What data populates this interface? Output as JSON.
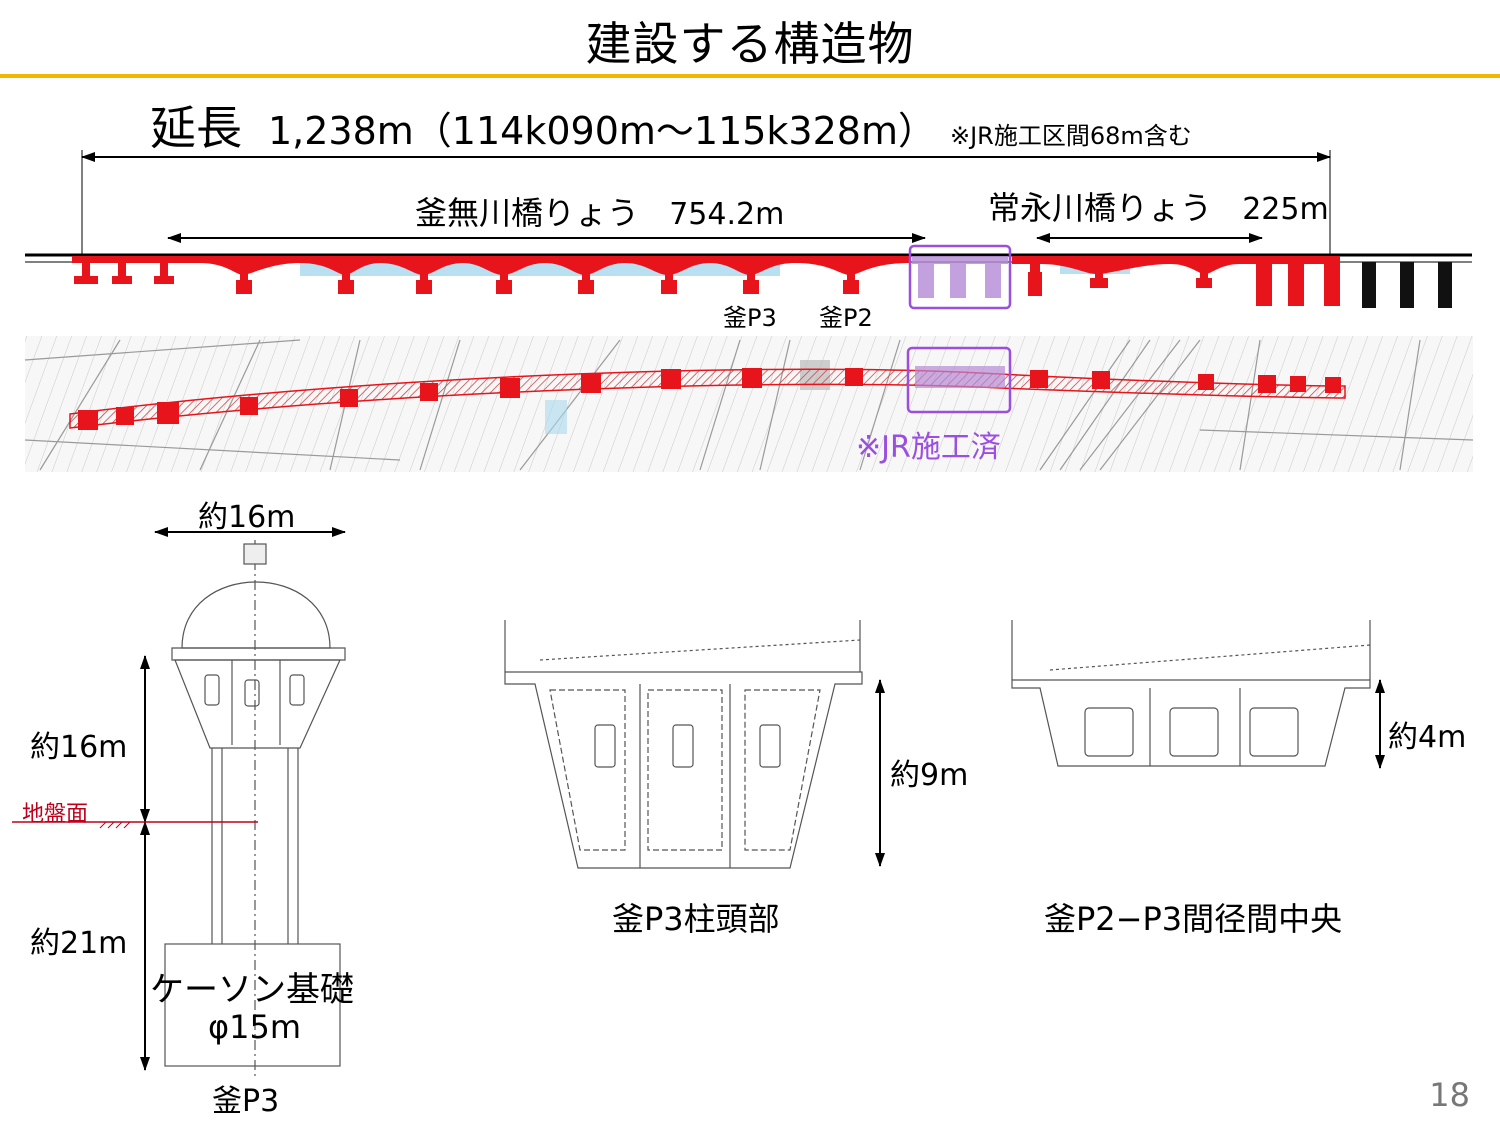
{
  "page_title": "建設する構造物",
  "total_length": {
    "label": "延長",
    "value": "1,238m（114k090m～115k328m）",
    "note": "※JR施工区間68m含む"
  },
  "bridges": [
    {
      "name": "釜無川橋りょう",
      "length": "754.2m"
    },
    {
      "name": "常永川橋りょう",
      "length": "225m"
    }
  ],
  "pier_labels": [
    "釜P3",
    "釜P2"
  ],
  "jr_section_label": "※JR施工済",
  "pier_section": {
    "width": "約16m",
    "height_above": "約16m",
    "ground_label": "地盤面",
    "depth_below": "約21m",
    "foundation_name": "ケーソン基礎",
    "foundation_diameter": "φ15m",
    "caption": "釜P3"
  },
  "girder_sections": [
    {
      "caption": "釜P3柱頭部",
      "height": "約9m"
    },
    {
      "caption": "釜P2−P3間径間中央",
      "height": "約4m"
    }
  ],
  "page_number": "18",
  "colors": {
    "accent_rule": "#f2b700",
    "structure": "#e8141c",
    "jr_section": "#9b4fe0",
    "water": "#a8d8ec",
    "ground_line": "#c0001a"
  }
}
